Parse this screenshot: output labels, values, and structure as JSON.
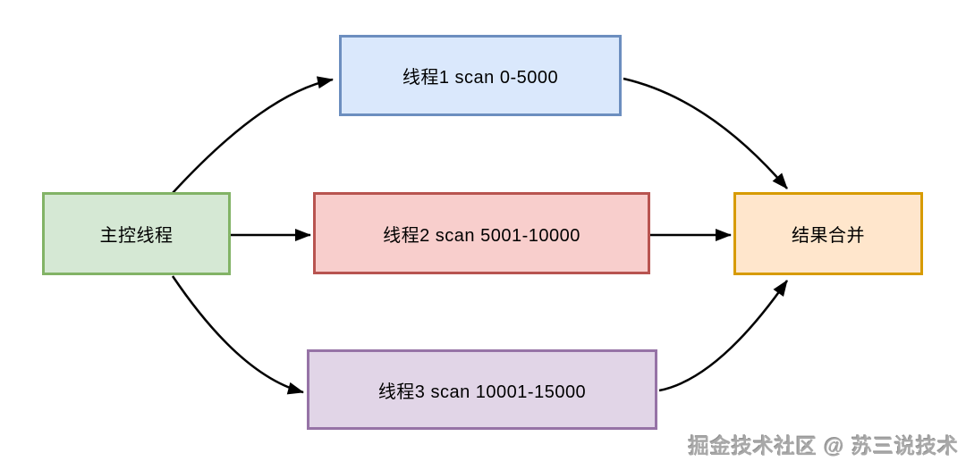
{
  "diagram": {
    "title": "multi-thread parallel scan flow",
    "background_color": "#ffffff",
    "arrow_color": "#000000",
    "nodes": [
      {
        "id": "master",
        "label": "主控线程",
        "fill": "#d5e8d4",
        "stroke": "#82b366"
      },
      {
        "id": "thread1",
        "label": "线程1 scan 0-5000",
        "fill": "#dae8fc",
        "stroke": "#6c8ebf"
      },
      {
        "id": "thread2",
        "label": "线程2 scan 5001-10000",
        "fill": "#f8cecc",
        "stroke": "#b85450"
      },
      {
        "id": "thread3",
        "label": "线程3 scan 10001-15000",
        "fill": "#e1d5e7",
        "stroke": "#9673a6"
      },
      {
        "id": "merge",
        "label": "结果合并",
        "fill": "#ffe6cc",
        "stroke": "#d79b00"
      }
    ],
    "edges": [
      {
        "from": "master",
        "to": "thread1"
      },
      {
        "from": "master",
        "to": "thread2"
      },
      {
        "from": "master",
        "to": "thread3"
      },
      {
        "from": "thread1",
        "to": "merge"
      },
      {
        "from": "thread2",
        "to": "merge"
      },
      {
        "from": "thread3",
        "to": "merge"
      }
    ],
    "watermark": "掘金技术社区 @ 苏三说技术"
  }
}
